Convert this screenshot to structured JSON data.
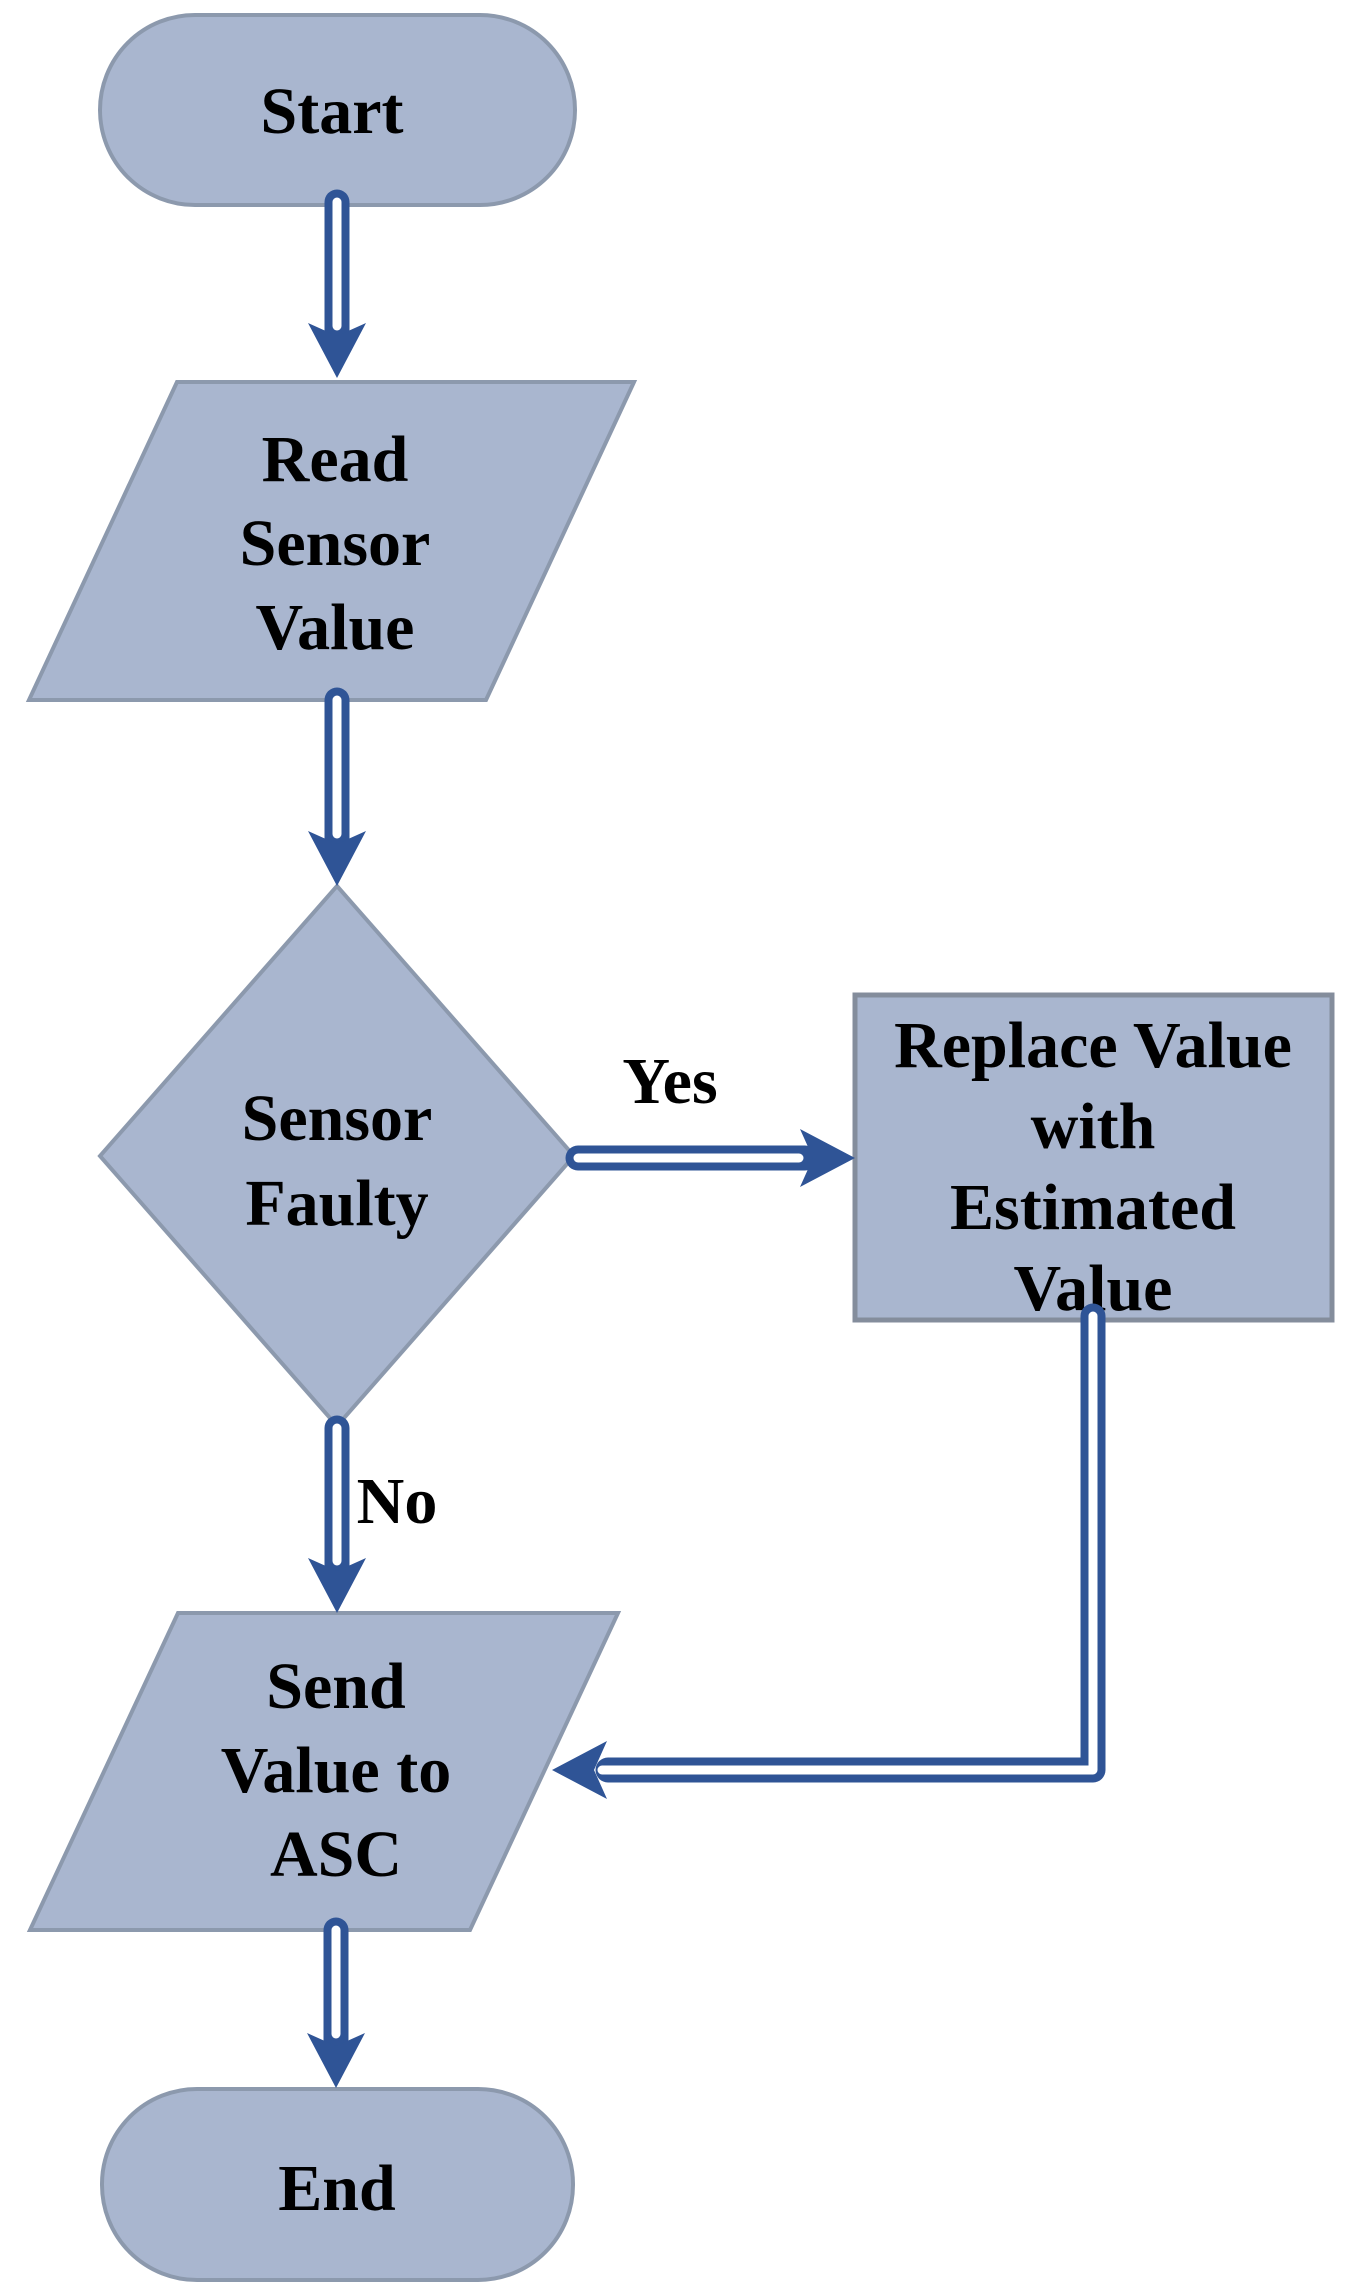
{
  "flowchart": {
    "colors": {
      "shape_fill": "#a9b6cf",
      "shape_border": "#8c99ad",
      "process_border": "#848d9c",
      "connector_blue": "#2f5496",
      "text_color": "#000000",
      "background": "#ffffff"
    },
    "nodes": {
      "start": {
        "shape": "terminator",
        "label": "Start"
      },
      "read_sensor": {
        "shape": "parallelogram",
        "label": "Read Sensor Value",
        "lines": [
          "Read",
          "Sensor",
          "Value"
        ]
      },
      "sensor_faulty": {
        "shape": "decision",
        "label": "Sensor Faulty",
        "lines": [
          "Sensor",
          "Faulty"
        ]
      },
      "replace_value": {
        "shape": "process",
        "label": "Replace Value with Estimated Value",
        "lines": [
          "Replace Value",
          "with",
          "Estimated",
          "Value"
        ]
      },
      "send_value": {
        "shape": "parallelogram",
        "label": "Send Value to ASC",
        "lines": [
          "Send",
          "Value to",
          "ASC"
        ]
      },
      "end": {
        "shape": "terminator",
        "label": "End"
      }
    },
    "edges": {
      "start_to_read": {
        "from": "start",
        "to": "read_sensor",
        "label": ""
      },
      "read_to_decision": {
        "from": "read_sensor",
        "to": "sensor_faulty",
        "label": ""
      },
      "yes_branch": {
        "from": "sensor_faulty",
        "to": "replace_value",
        "label": "Yes"
      },
      "no_branch": {
        "from": "sensor_faulty",
        "to": "send_value",
        "label": "No"
      },
      "replace_to_send": {
        "from": "replace_value",
        "to": "send_value",
        "label": ""
      },
      "send_to_end": {
        "from": "send_value",
        "to": "end",
        "label": ""
      }
    }
  }
}
